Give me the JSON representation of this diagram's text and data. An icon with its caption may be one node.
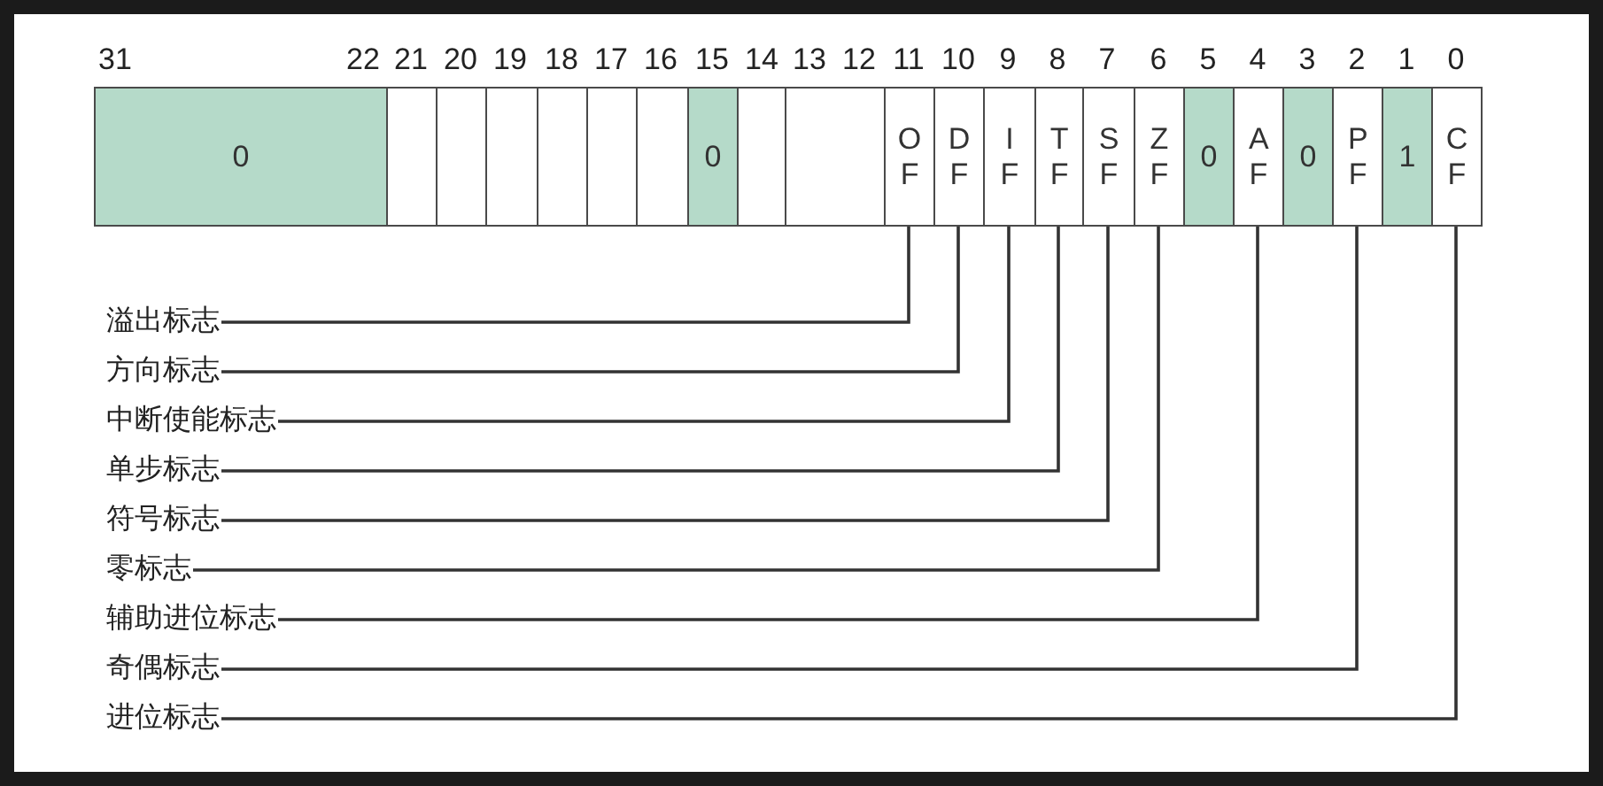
{
  "diagram": {
    "nodes": [
      {
        "text": [
          "0"
        ]
      },
      {
        "text": [],
        "shape": "box"
      },
      {
        "text": [],
        "shape": "box"
      },
      {
        "text": [],
        "shape": "box"
      },
      {
        "text": [],
        "shape": "box"
      },
      {
        "text": [],
        "shape": "box"
      },
      {
        "text": [],
        "shape": "box"
      },
      {
        "text": [
          "0"
        ]
      },
      {
        "text": [],
        "shape": "box"
      },
      {
        "text": [],
        "shape": "box"
      },
      {
        "text": [
          "O F"
        ]
      },
      {
        "text": [
          "D F"
        ]
      },
      {
        "text": [
          "I F"
        ]
      },
      {
        "text": [
          "T F"
        ]
      },
      {
        "text": [
          "S F"
        ]
      },
      {
        "text": [
          "Z F"
        ]
      },
      {
        "text": [
          "0"
        ]
      },
      {
        "text": [
          "A F"
        ]
      },
      {
        "text": [
          "0"
        ]
      },
      {
        "text": [
          "P F"
        ]
      },
      {
        "text": [
          "1"
        ]
      },
      {
        "text": [
          "C F"
        ]
      },
      {
        "text": [
          "溢出标志"
        ]
      },
      {
        "text": [
          "方向标志"
        ]
      },
      {
        "text": [
          "中断使能标志"
        ]
      },
      {
        "text": [
          "单步标志"
        ]
      },
      {
        "text": [
          "符号标志"
        ]
      },
      {
        "text": [
          "零标志"
        ]
      },
      {
        "text": [
          "辅助进位标志"
        ]
      },
      {
        "text": [
          "奇偶标志"
        ]
      },
      {
        "text": [
          "进位标志"
        ]
      }
    ],
    "edges": [
      {
        "from": 22,
        "to": 10,
        "arrow": "none"
      },
      {
        "from": 23,
        "to": 11,
        "arrow": "none"
      },
      {
        "from": 24,
        "to": 12,
        "arrow": "none"
      },
      {
        "from": 25,
        "to": 13,
        "arrow": "none"
      },
      {
        "from": 26,
        "to": 14,
        "arrow": "none"
      },
      {
        "from": 27,
        "to": 15,
        "arrow": "none"
      },
      {
        "from": 28,
        "to": 17,
        "arrow": "none"
      },
      {
        "from": 29,
        "to": 19,
        "arrow": "none"
      },
      {
        "from": 30,
        "to": 21,
        "arrow": "none"
      }
    ],
    "labels": [
      "31",
      "22",
      "21",
      "20",
      "19",
      "18",
      "17",
      "16",
      "15",
      "14",
      "13",
      "12",
      "11",
      "10",
      "9",
      "8",
      "7",
      "6",
      "5",
      "4",
      "3",
      "2",
      "1",
      "0"
    ]
  }
}
